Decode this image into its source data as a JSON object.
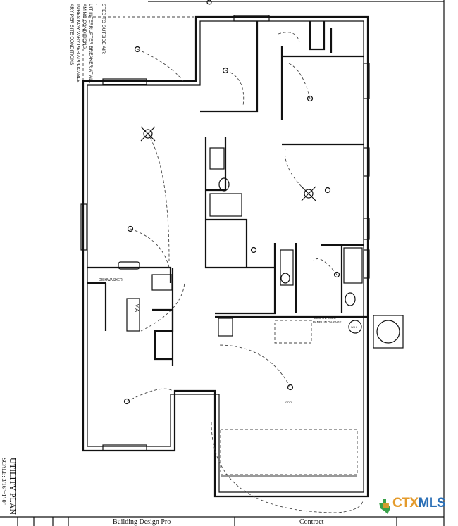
{
  "notes": [
    "ARY PER SITE CONDITIONS",
    "TURES MAY VARY PER APPLICABLE",
    "AMING CONDITIONS",
    "UIT INTERRUPTER BREAKER AT ALL",
    ".",
    "STED TO OUTSIDE AIR"
  ],
  "title": {
    "name": "UTILITY PLAN",
    "scale": "SCALE: 3/16\"=1'-0\""
  },
  "labels": {
    "dishwasher": "DISHWASHER",
    "island": "V A",
    "panel_line1": "LOCATE ELEC",
    "panel_line2": "PANEL IN GARAGE",
    "gdo": "GDO",
    "wh": "W/H"
  },
  "title_block": {
    "designer": "Building Design Pro",
    "contractor": "Contract"
  },
  "watermark": {
    "part1": "CTX",
    "part2": "MLS"
  },
  "colors": {
    "logo_orange": "#e49b2c",
    "logo_blue": "#2a6fb6",
    "logo_green": "#3aa14a"
  }
}
